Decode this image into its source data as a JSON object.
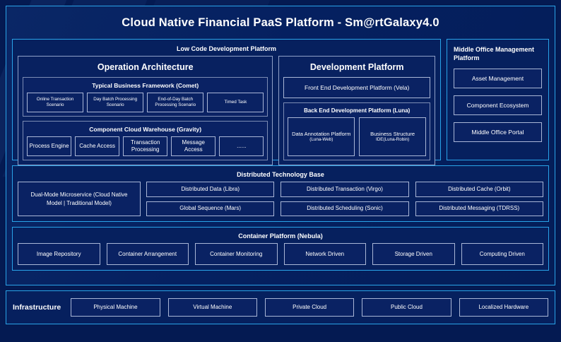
{
  "main": {
    "title": "Cloud Native Financial PaaS Platform - Sm@rtGalaxy4.0",
    "low_code": {
      "title": "Low Code Development Platform",
      "operation": {
        "title": "Operation Architecture",
        "groups": [
          {
            "title": "Typical Business Framework (Comet)",
            "items": [
              "Online Transaction Scenario",
              "Day Batch Processing Scenario",
              "End-of-Day Batch Processing Scenario",
              "Timed Task"
            ]
          },
          {
            "title": "Component Cloud Warehouse (Gravity)",
            "items": [
              "Process Engine",
              "Cache Access",
              "Transaction Processing",
              "Message Access",
              "......"
            ]
          }
        ]
      },
      "development": {
        "title": "Development Platform",
        "front_end": "Front End Development Platform (Vela)",
        "back_end": {
          "title": "Back End Development Platform (Luna)",
          "items": [
            {
              "name": "Data Annotation Platform",
              "sub": "(Luna-Web)"
            },
            {
              "name": "Business Structure",
              "sub": "IDE(Luna-Robin)"
            }
          ]
        }
      }
    },
    "middle_office": {
      "title": "Middle Office Management Platform",
      "items": [
        "Asset Management",
        "Component Ecosystem",
        "Middle Office Portal"
      ]
    },
    "distributed": {
      "title": "Distributed Technology Base",
      "dual_mode": "Dual-Mode Microservice (Cloud Native Model | Traditional Model)",
      "items": [
        "Distributed Data (Libra)",
        "Distributed Transaction (Virgo)",
        "Distributed Cache (Orbit)",
        "Global Sequence (Mars)",
        "Distributed Scheduling (Sonic)",
        "Distributed Messaging (TDRSS)"
      ]
    },
    "container": {
      "title": "Container Platform (Nebula)",
      "items": [
        "Image Repository",
        "Container Arrangement",
        "Container Monitoring",
        "Network Driven",
        "Storage Driven",
        "Computing Driven"
      ]
    }
  },
  "infrastructure": {
    "label": "Infrastructure",
    "items": [
      "Physical Machine",
      "Virtual Machine",
      "Private Cloud",
      "Public Cloud",
      "Localized Hardware"
    ]
  },
  "colors": {
    "background": "#041a52",
    "panel": "#06205e",
    "accent_border": "#29a3e8",
    "box_border": "#a9b6d6",
    "text": "#ffffff"
  }
}
